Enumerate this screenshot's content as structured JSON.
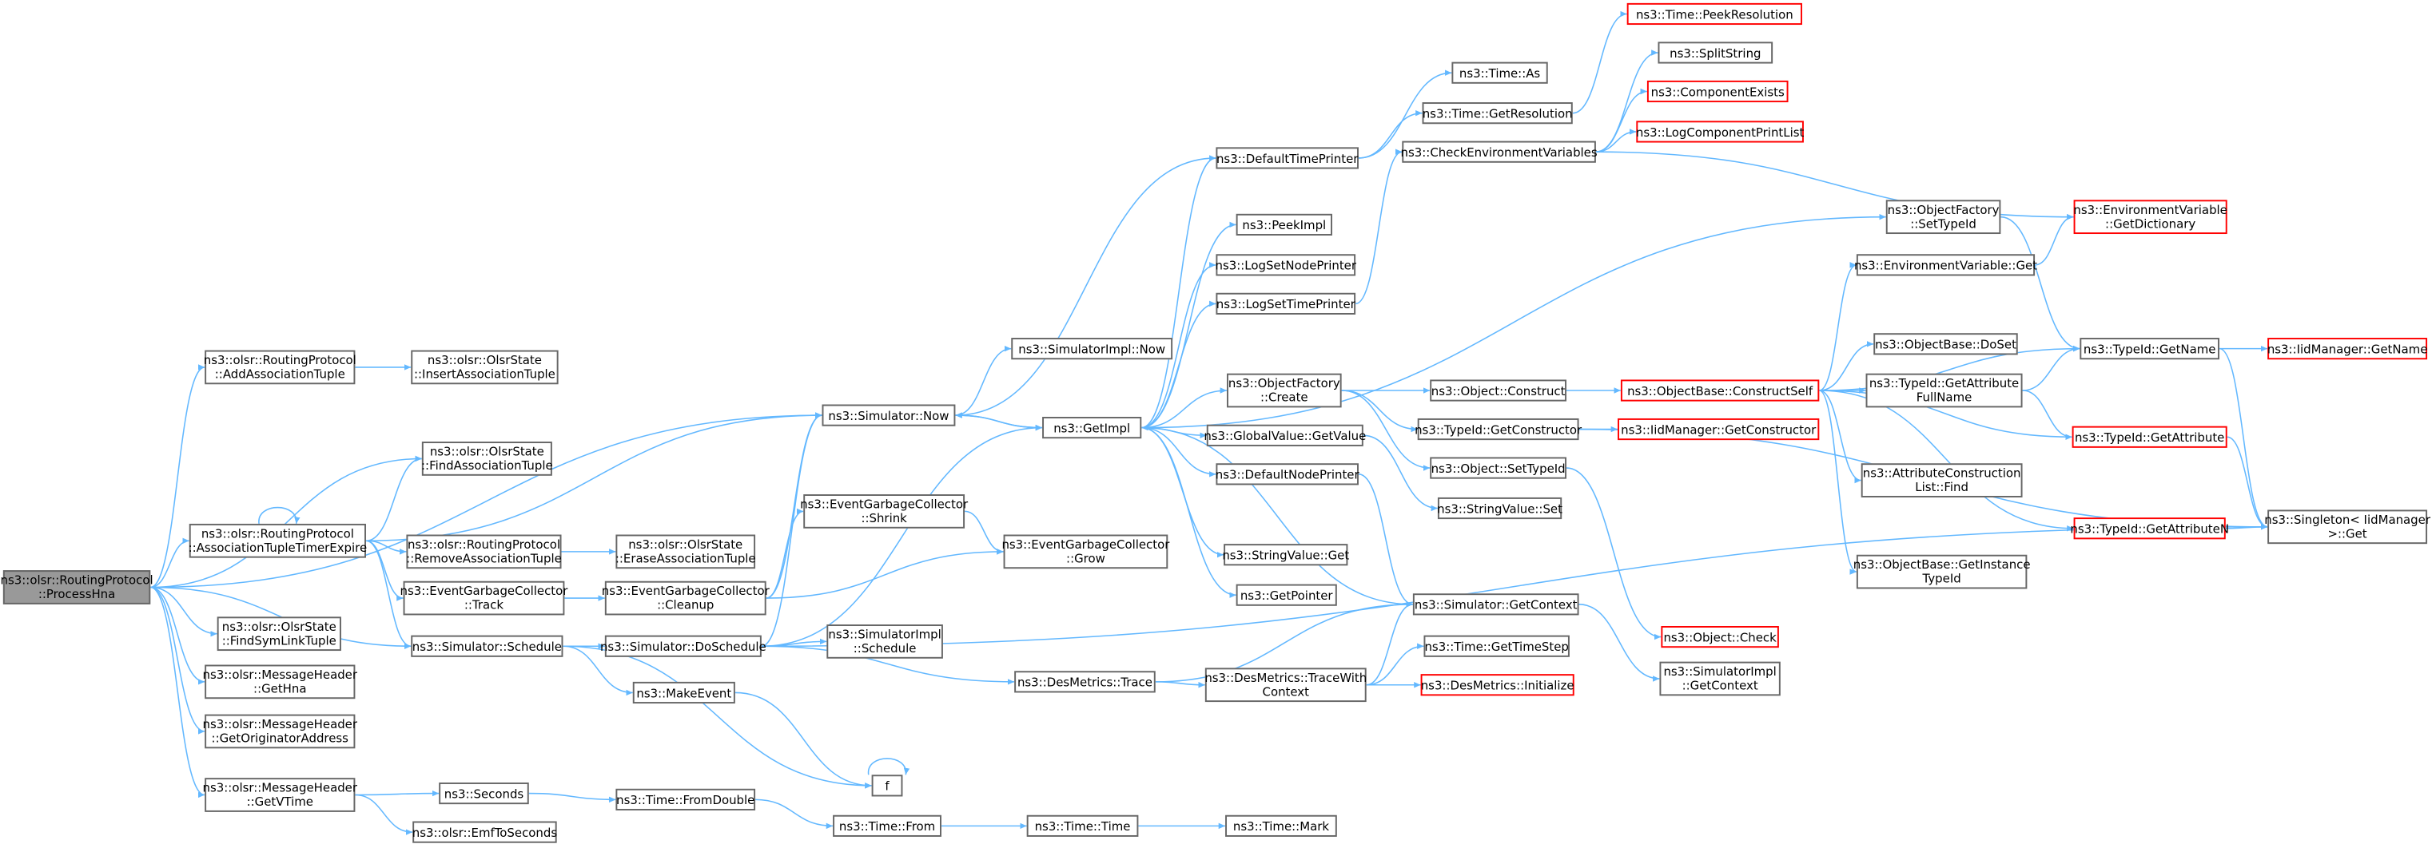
{
  "graph": {
    "nodes": [
      {
        "id": "processhna",
        "lines": [
          "ns3::olsr::RoutingProtocol",
          "::ProcessHna"
        ],
        "root": true
      },
      {
        "id": "add-association-tuple",
        "lines": [
          "ns3::olsr::RoutingProtocol",
          "::AddAssociationTuple"
        ]
      },
      {
        "id": "insert-association-tuple",
        "lines": [
          "ns3::olsr::OlsrState",
          "::InsertAssociationTuple"
        ]
      },
      {
        "id": "find-association-tuple",
        "lines": [
          "ns3::olsr::OlsrState",
          "::FindAssociationTuple"
        ]
      },
      {
        "id": "association-tuple-timer-expire",
        "lines": [
          "ns3::olsr::RoutingProtocol",
          "::AssociationTupleTimerExpire"
        ]
      },
      {
        "id": "remove-association-tuple",
        "lines": [
          "ns3::olsr::RoutingProtocol",
          "::RemoveAssociationTuple"
        ]
      },
      {
        "id": "erase-association-tuple",
        "lines": [
          "ns3::olsr::OlsrState",
          "::EraseAssociationTuple"
        ]
      },
      {
        "id": "egc-track",
        "lines": [
          "ns3::EventGarbageCollector",
          "::Track"
        ]
      },
      {
        "id": "egc-cleanup",
        "lines": [
          "ns3::EventGarbageCollector",
          "::Cleanup"
        ]
      },
      {
        "id": "egc-shrink",
        "lines": [
          "ns3::EventGarbageCollector",
          "::Shrink"
        ]
      },
      {
        "id": "egc-grow",
        "lines": [
          "ns3::EventGarbageCollector",
          "::Grow"
        ]
      },
      {
        "id": "simulator-schedule",
        "lines": [
          "ns3::Simulator::Schedule"
        ]
      },
      {
        "id": "simulator-doschedule",
        "lines": [
          "ns3::Simulator::DoSchedule"
        ]
      },
      {
        "id": "simimpl-schedule",
        "lines": [
          "ns3::SimulatorImpl",
          "::Schedule"
        ]
      },
      {
        "id": "make-event",
        "lines": [
          "ns3::MakeEvent"
        ]
      },
      {
        "id": "f",
        "lines": [
          "f"
        ]
      },
      {
        "id": "find-sym-link-tuple",
        "lines": [
          "ns3::olsr::OlsrState",
          "::FindSymLinkTuple"
        ]
      },
      {
        "id": "get-hna",
        "lines": [
          "ns3::olsr::MessageHeader",
          "::GetHna"
        ]
      },
      {
        "id": "get-originator-address",
        "lines": [
          "ns3::olsr::MessageHeader",
          "::GetOriginatorAddress"
        ]
      },
      {
        "id": "get-vtime",
        "lines": [
          "ns3::olsr::MessageHeader",
          "::GetVTime"
        ]
      },
      {
        "id": "seconds",
        "lines": [
          "ns3::Seconds"
        ]
      },
      {
        "id": "emf-to-seconds",
        "lines": [
          "ns3::olsr::EmfToSeconds"
        ]
      },
      {
        "id": "time-from-double",
        "lines": [
          "ns3::Time::FromDouble"
        ]
      },
      {
        "id": "time-from",
        "lines": [
          "ns3::Time::From"
        ]
      },
      {
        "id": "time-time",
        "lines": [
          "ns3::Time::Time"
        ]
      },
      {
        "id": "time-mark",
        "lines": [
          "ns3::Time::Mark"
        ]
      },
      {
        "id": "simulator-now",
        "lines": [
          "ns3::Simulator::Now"
        ]
      },
      {
        "id": "simimpl-now",
        "lines": [
          "ns3::SimulatorImpl::Now"
        ]
      },
      {
        "id": "getimpl",
        "lines": [
          "ns3::GetImpl"
        ]
      },
      {
        "id": "default-time-printer",
        "lines": [
          "ns3::DefaultTimePrinter"
        ]
      },
      {
        "id": "peek-impl",
        "lines": [
          "ns3::PeekImpl"
        ]
      },
      {
        "id": "log-set-node-printer",
        "lines": [
          "ns3::LogSetNodePrinter"
        ]
      },
      {
        "id": "log-set-time-printer",
        "lines": [
          "ns3::LogSetTimePrinter"
        ]
      },
      {
        "id": "object-factory-create",
        "lines": [
          "ns3::ObjectFactory",
          "::Create"
        ]
      },
      {
        "id": "global-value-get-value",
        "lines": [
          "ns3::GlobalValue::GetValue"
        ]
      },
      {
        "id": "default-node-printer",
        "lines": [
          "ns3::DefaultNodePrinter"
        ]
      },
      {
        "id": "string-value-get",
        "lines": [
          "ns3::StringValue::Get"
        ]
      },
      {
        "id": "get-pointer",
        "lines": [
          "ns3::GetPointer"
        ]
      },
      {
        "id": "des-metrics-trace",
        "lines": [
          "ns3::DesMetrics::Trace"
        ]
      },
      {
        "id": "des-metrics-trace-with-context",
        "lines": [
          "ns3::DesMetrics::TraceWith",
          "Context"
        ]
      },
      {
        "id": "des-metrics-initialize",
        "lines": [
          "ns3::DesMetrics::Initialize"
        ],
        "red": true
      },
      {
        "id": "time-get-time-step",
        "lines": [
          "ns3::Time::GetTimeStep"
        ]
      },
      {
        "id": "simulator-get-context",
        "lines": [
          "ns3::Simulator::GetContext"
        ]
      },
      {
        "id": "simimpl-get-context",
        "lines": [
          "ns3::SimulatorImpl",
          "::GetContext"
        ]
      },
      {
        "id": "time-as",
        "lines": [
          "ns3::Time::As"
        ]
      },
      {
        "id": "time-get-resolution",
        "lines": [
          "ns3::Time::GetResolution"
        ]
      },
      {
        "id": "time-peek-resolution",
        "lines": [
          "ns3::Time::PeekResolution"
        ],
        "red": true
      },
      {
        "id": "check-environment-variables",
        "lines": [
          "ns3::CheckEnvironmentVariables"
        ]
      },
      {
        "id": "split-string",
        "lines": [
          "ns3::SplitString"
        ]
      },
      {
        "id": "component-exists",
        "lines": [
          "ns3::ComponentExists"
        ],
        "red": true
      },
      {
        "id": "log-component-print-list",
        "lines": [
          "ns3::LogComponentPrintList"
        ],
        "red": true
      },
      {
        "id": "object-construct",
        "lines": [
          "ns3::Object::Construct"
        ]
      },
      {
        "id": "typeid-get-constructor",
        "lines": [
          "ns3::TypeId::GetConstructor"
        ]
      },
      {
        "id": "object-set-typeid",
        "lines": [
          "ns3::Object::SetTypeId"
        ]
      },
      {
        "id": "string-value-set",
        "lines": [
          "ns3::StringValue::Set"
        ]
      },
      {
        "id": "object-check",
        "lines": [
          "ns3::Object::Check"
        ],
        "red": true
      },
      {
        "id": "objectbase-construct-self",
        "lines": [
          "ns3::ObjectBase::ConstructSelf"
        ],
        "red": true
      },
      {
        "id": "iidmanager-get-constructor",
        "lines": [
          "ns3::IidManager::GetConstructor"
        ],
        "red": true
      },
      {
        "id": "object-factory-set-typeid",
        "lines": [
          "ns3::ObjectFactory",
          "::SetTypeId"
        ]
      },
      {
        "id": "env-var-get",
        "lines": [
          "ns3::EnvironmentVariable::Get"
        ]
      },
      {
        "id": "env-var-get-dictionary",
        "lines": [
          "ns3::EnvironmentVariable",
          "::GetDictionary"
        ],
        "red": true
      },
      {
        "id": "objectbase-doset",
        "lines": [
          "ns3::ObjectBase::DoSet"
        ]
      },
      {
        "id": "typeid-get-attribute-full-name",
        "lines": [
          "ns3::TypeId::GetAttribute",
          "FullName"
        ]
      },
      {
        "id": "attribute-construction-list-find",
        "lines": [
          "ns3::AttributeConstruction",
          "List::Find"
        ]
      },
      {
        "id": "objectbase-get-instance-typeid",
        "lines": [
          "ns3::ObjectBase::GetInstance",
          "TypeId"
        ]
      },
      {
        "id": "typeid-get-name",
        "lines": [
          "ns3::TypeId::GetName"
        ]
      },
      {
        "id": "iidmanager-get-name",
        "lines": [
          "ns3::IidManager::GetName"
        ],
        "red": true
      },
      {
        "id": "typeid-get-attribute",
        "lines": [
          "ns3::TypeId::GetAttribute"
        ],
        "red": true
      },
      {
        "id": "typeid-get-attribute-n",
        "lines": [
          "ns3::TypeId::GetAttributeN"
        ],
        "red": true
      },
      {
        "id": "singleton-get",
        "lines": [
          "ns3::Singleton< IidManager",
          ">::Get"
        ]
      }
    ]
  }
}
